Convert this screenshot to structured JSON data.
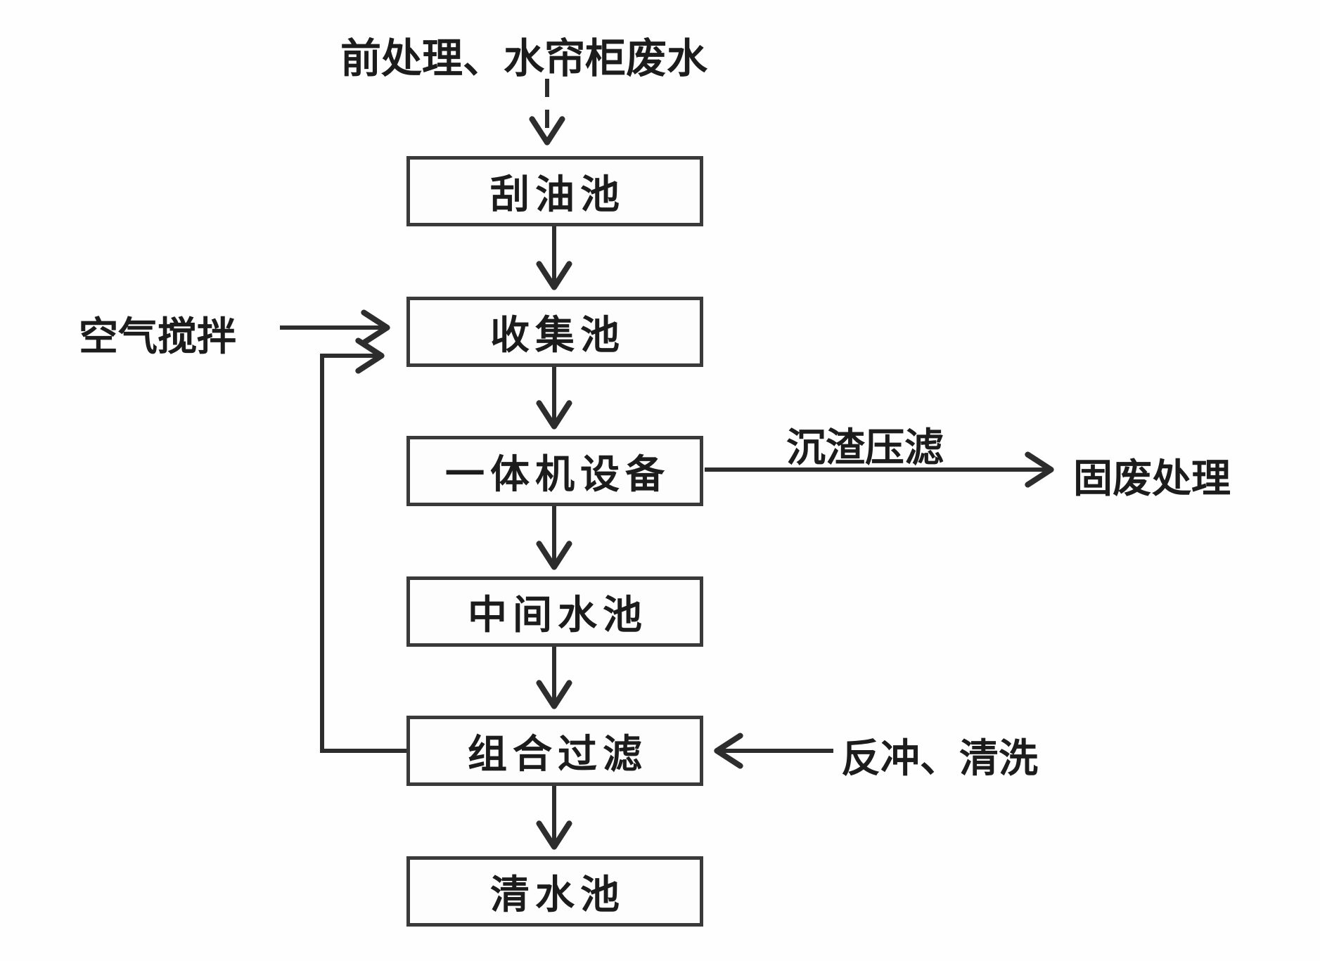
{
  "diagram": {
    "influent_label": "前处理、水帘柜废水",
    "nodes": [
      {
        "id": "oil-scraping-tank",
        "label": "刮油池"
      },
      {
        "id": "collection-tank",
        "label": "收集池"
      },
      {
        "id": "integrated-machine",
        "label": "一体机设备"
      },
      {
        "id": "intermediate-tank",
        "label": "中间水池"
      },
      {
        "id": "combined-filter",
        "label": "组合过滤"
      },
      {
        "id": "clean-water-tank",
        "label": "清水池"
      }
    ],
    "side_labels": {
      "air_agitation": "空气搅拌",
      "sludge_press": "沉渣压滤",
      "solid_waste": "固废处理",
      "backwash": "反冲、清洗"
    },
    "colors": {
      "line": "#2d2d2d",
      "border": "#3a3a3a",
      "text": "#1c1c1c",
      "background": "#fefefe"
    }
  }
}
